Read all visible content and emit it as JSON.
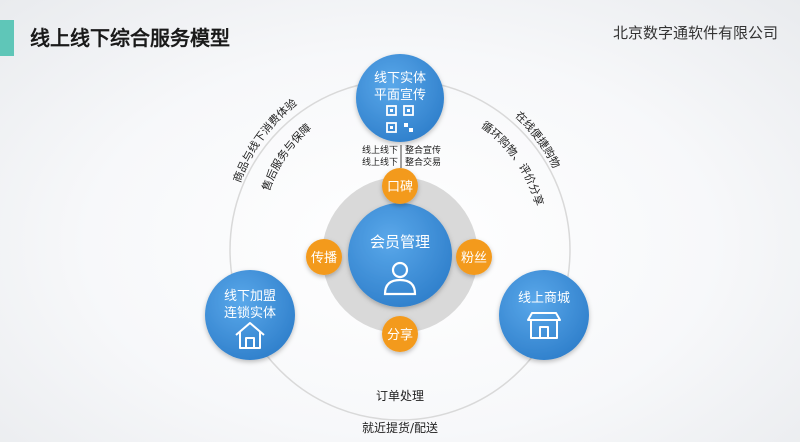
{
  "header": {
    "title": "线上线下综合服务模型",
    "company": "北京数字通软件有限公司"
  },
  "diagram": {
    "center": {
      "label": "会员管理",
      "icon": "person-icon"
    },
    "satellites": {
      "top": "口碑",
      "right": "粉丝",
      "bottom": "分享",
      "left": "传播"
    },
    "nodes": {
      "top": {
        "line1": "线下实体",
        "line2": "平面宣传",
        "icon": "qr-code-icon"
      },
      "left": {
        "line1": "线下加盟",
        "line2": "连锁实体",
        "icon": "house-icon"
      },
      "right": {
        "line1": "线上商城",
        "icon": "store-icon"
      }
    },
    "top_notes": {
      "line1_left": "线上线下",
      "line1_right": "整合宣传",
      "line2_left": "线上线下",
      "line2_right": "整合交易"
    },
    "arc_labels": {
      "left_outer": "商品与线下消费体验",
      "left_inner": "售后服务与保障",
      "right_outer": "在线便捷购物",
      "right_inner": "循环购物、评价分享",
      "bottom_inner": "订单处理",
      "bottom_outer": "就近提货/配送"
    },
    "colors": {
      "blue": "#3b8fd9",
      "orange": "#f39a1e",
      "ring": "#d9d9d9",
      "accent": "#5fc6b8"
    }
  }
}
